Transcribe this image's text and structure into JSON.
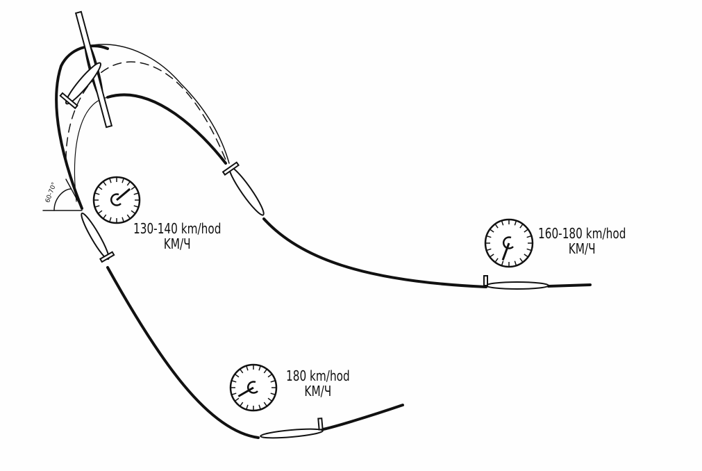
{
  "title": "Glider pull-up maneuver diagram",
  "angle_label": "60-70°",
  "speeds": [
    {
      "speed": "130-140 km/hod",
      "unit": "KM/Ч"
    },
    {
      "speed": "160-180 km/hod",
      "unit": "KM/Ч"
    },
    {
      "speed": "180 km/hod",
      "unit": "KM/Ч"
    }
  ],
  "colors": {
    "ink": "#111111",
    "paper": "#fefefe"
  }
}
